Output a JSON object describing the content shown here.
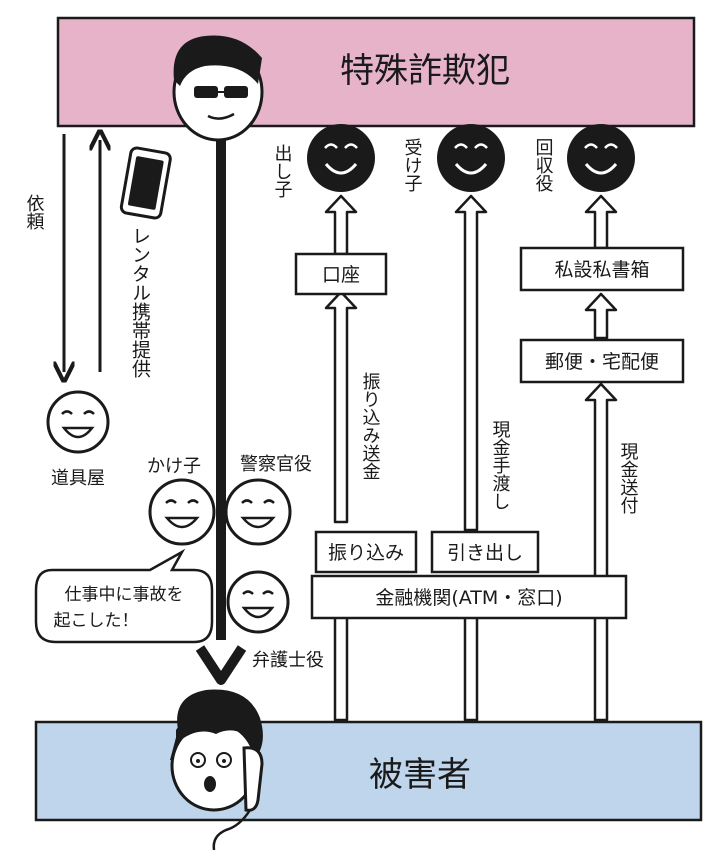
{
  "header": {
    "title": "特殊詐欺犯",
    "fill": "#e6b3c9"
  },
  "footer": {
    "title": "被害者",
    "fill": "#bed5ec"
  },
  "roles": {
    "dashiko": "出し子",
    "ukeko": "受け子",
    "kaishuyaku": "回収役",
    "kakeko": "かけ子",
    "keisatsukan": "警察官役",
    "bengoshi": "弁護士役",
    "dougu": "道具屋"
  },
  "left": {
    "irai": "依頼",
    "rental": "レンタル携帯提供"
  },
  "boxes": {
    "koza": "口座",
    "shisetsu": "私設私書箱",
    "yubin": "郵便・宅配便",
    "furikomi": "振り込み",
    "hikidashi": "引き出し",
    "kinyu": "金融機関(ATM・窓口)"
  },
  "flows": {
    "furikomi_soukin": "振り込み送金",
    "genkin_tewatashi": "現金手渡し",
    "genkin_soufu": "現金送付"
  },
  "speech": {
    "line1": "仕事中に事故を",
    "line2": "起こした！"
  },
  "colors": {
    "ink": "#1a1a1a",
    "paper": "#ffffff"
  }
}
